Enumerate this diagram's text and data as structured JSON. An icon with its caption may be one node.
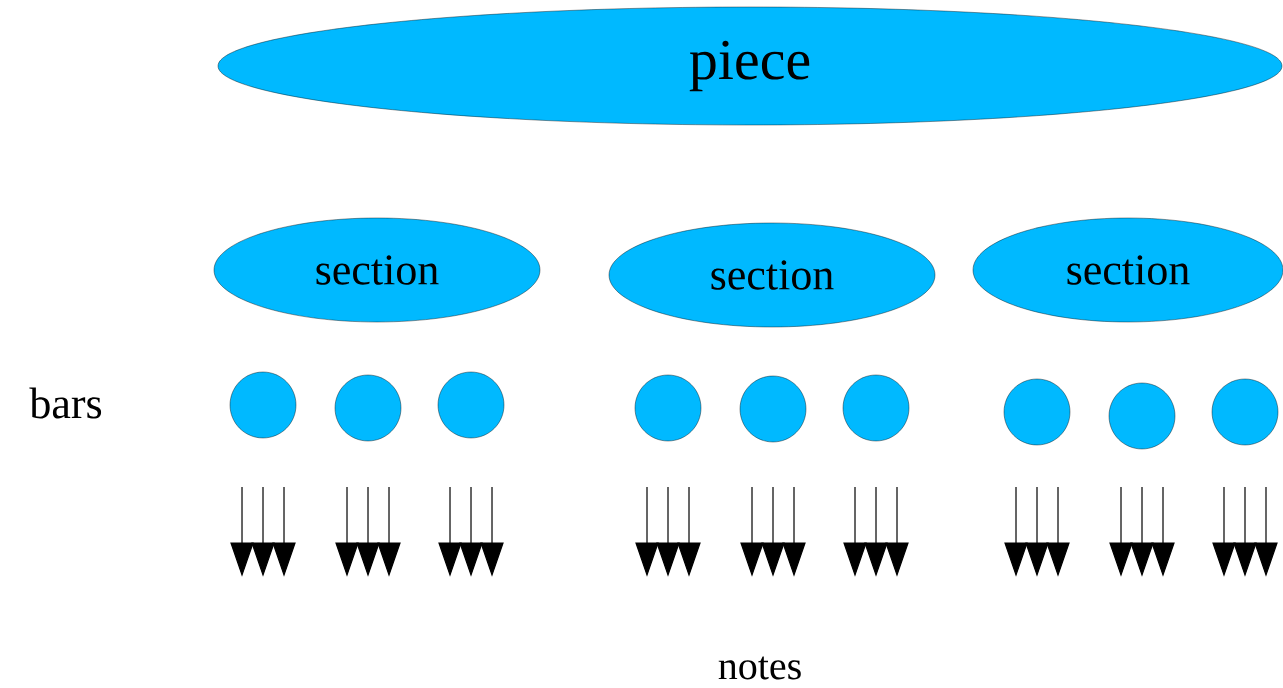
{
  "diagram": {
    "nodes": [
      {
        "text": [
          "piece"
        ]
      },
      {
        "text": [
          "section"
        ]
      },
      {
        "text": [
          "section"
        ]
      },
      {
        "text": [
          "section"
        ]
      },
      {
        "text": [],
        "shape": "circle"
      },
      {
        "text": [],
        "shape": "circle"
      },
      {
        "text": [],
        "shape": "circle"
      },
      {
        "text": [],
        "shape": "circle"
      },
      {
        "text": [],
        "shape": "circle"
      },
      {
        "text": [],
        "shape": "circle"
      },
      {
        "text": [],
        "shape": "circle"
      },
      {
        "text": [],
        "shape": "circle"
      },
      {
        "text": [],
        "shape": "circle"
      }
    ],
    "labels": [
      "bars",
      "notes"
    ]
  }
}
